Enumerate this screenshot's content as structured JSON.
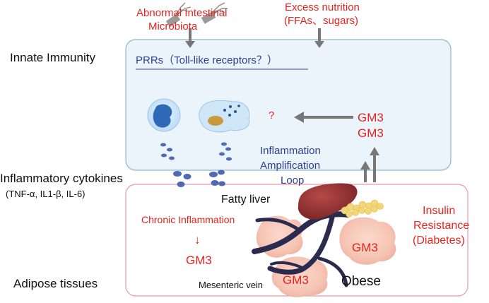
{
  "labels": {
    "microbiota_line1": "Abnormal Intestinal",
    "microbiota_line2": "Microbiota",
    "nutrition_line1": "Excess nutrition",
    "nutrition_line2": "(FFAs、sugars)",
    "innate_immunity": "Innate Immunity",
    "prrs": "PRRs（Toll-like receptors？）",
    "question": "?",
    "gm3_top1": "GM3",
    "gm3_top2": "GM3",
    "loop_line1": "Inflammation",
    "loop_line2": "Amplification",
    "loop_line3": "Loop",
    "cytokines": "Inflammatory cytokines",
    "cytokines_list": "(TNF-α, IL1-β, IL-6)",
    "fatty_liver": "Fatty liver",
    "chronic_inflammation": "Chronic Inflammation",
    "down_arrow": "↓",
    "gm3_left": "GM3",
    "insulin_line1": "Insulin",
    "insulin_line2": "Resistance",
    "insulin_line3": "(Diabetes)",
    "gm3_right": "GM3",
    "gm3_bottom": "GM3",
    "mesenteric_vein": "Mesenteric vein",
    "obese": "Obese",
    "adipose": "Adipose tissues"
  },
  "colors": {
    "red_text": "#e8231e",
    "blue_text": "#2e3f93",
    "immunity_box_fill": "#eaf4fa",
    "immunity_box_border": "#8fb3cc",
    "adipose_box_border": "#e79aa9",
    "arrow_gray": "#777777",
    "cytokine_dot": "#5069b5",
    "liver": "#8c2f30",
    "fat": "#f6c4b7",
    "vein": "#2b2a4f"
  },
  "icons": [
    "bacteria-icon",
    "macrophage-icon",
    "adipocyte-cell-icon",
    "liver-icon",
    "pancreas-icon",
    "fat-tissue-icon",
    "mesenteric-vein-icon"
  ]
}
